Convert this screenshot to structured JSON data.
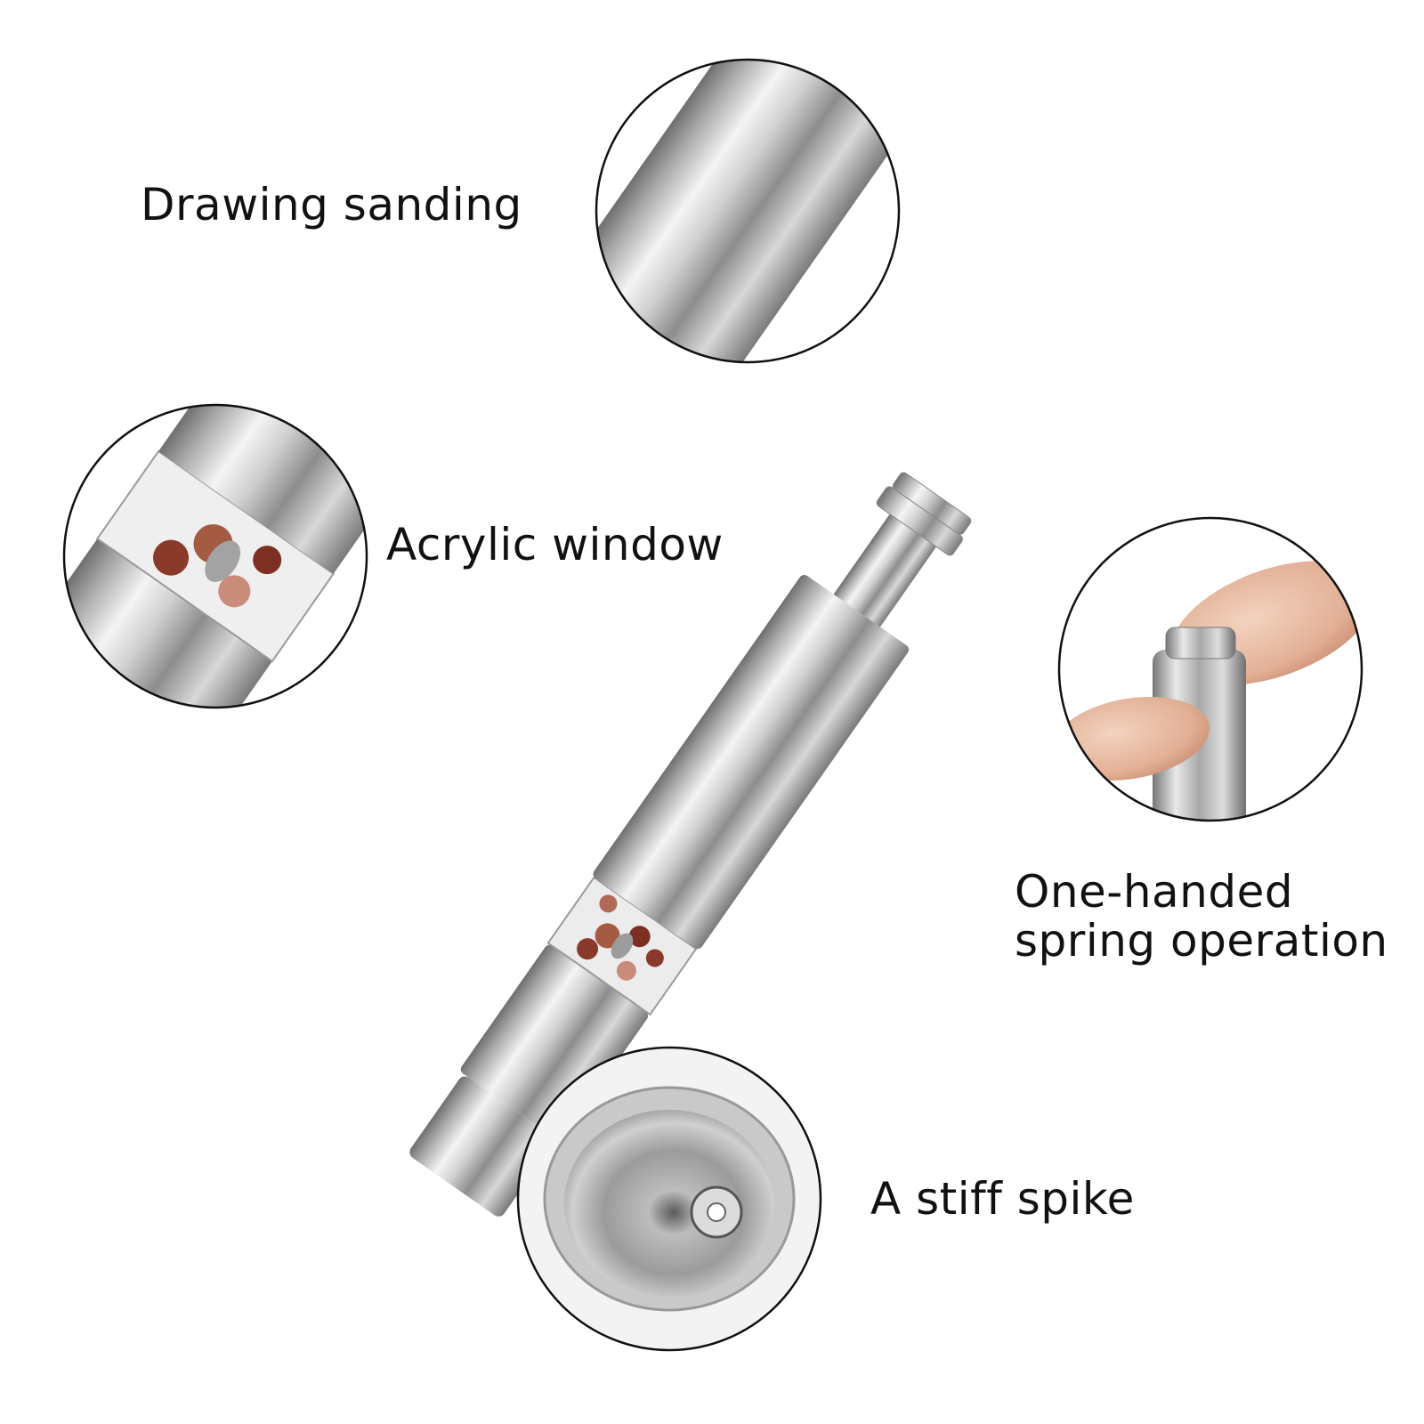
{
  "features": {
    "drawing_sanding": "Drawing sanding",
    "acrylic_window": "Acrylic window",
    "spring_operation_line1": "One-handed",
    "spring_operation_line2": "spring operation",
    "stiff_spike": "A stiff spike"
  },
  "colors": {
    "background": "#ffffff",
    "steel_light": "#f2f2f2",
    "steel_mid": "#b8b8b8",
    "steel_dark": "#6e6e6e",
    "outline": "#111111",
    "spice": "#8a3a2a"
  }
}
